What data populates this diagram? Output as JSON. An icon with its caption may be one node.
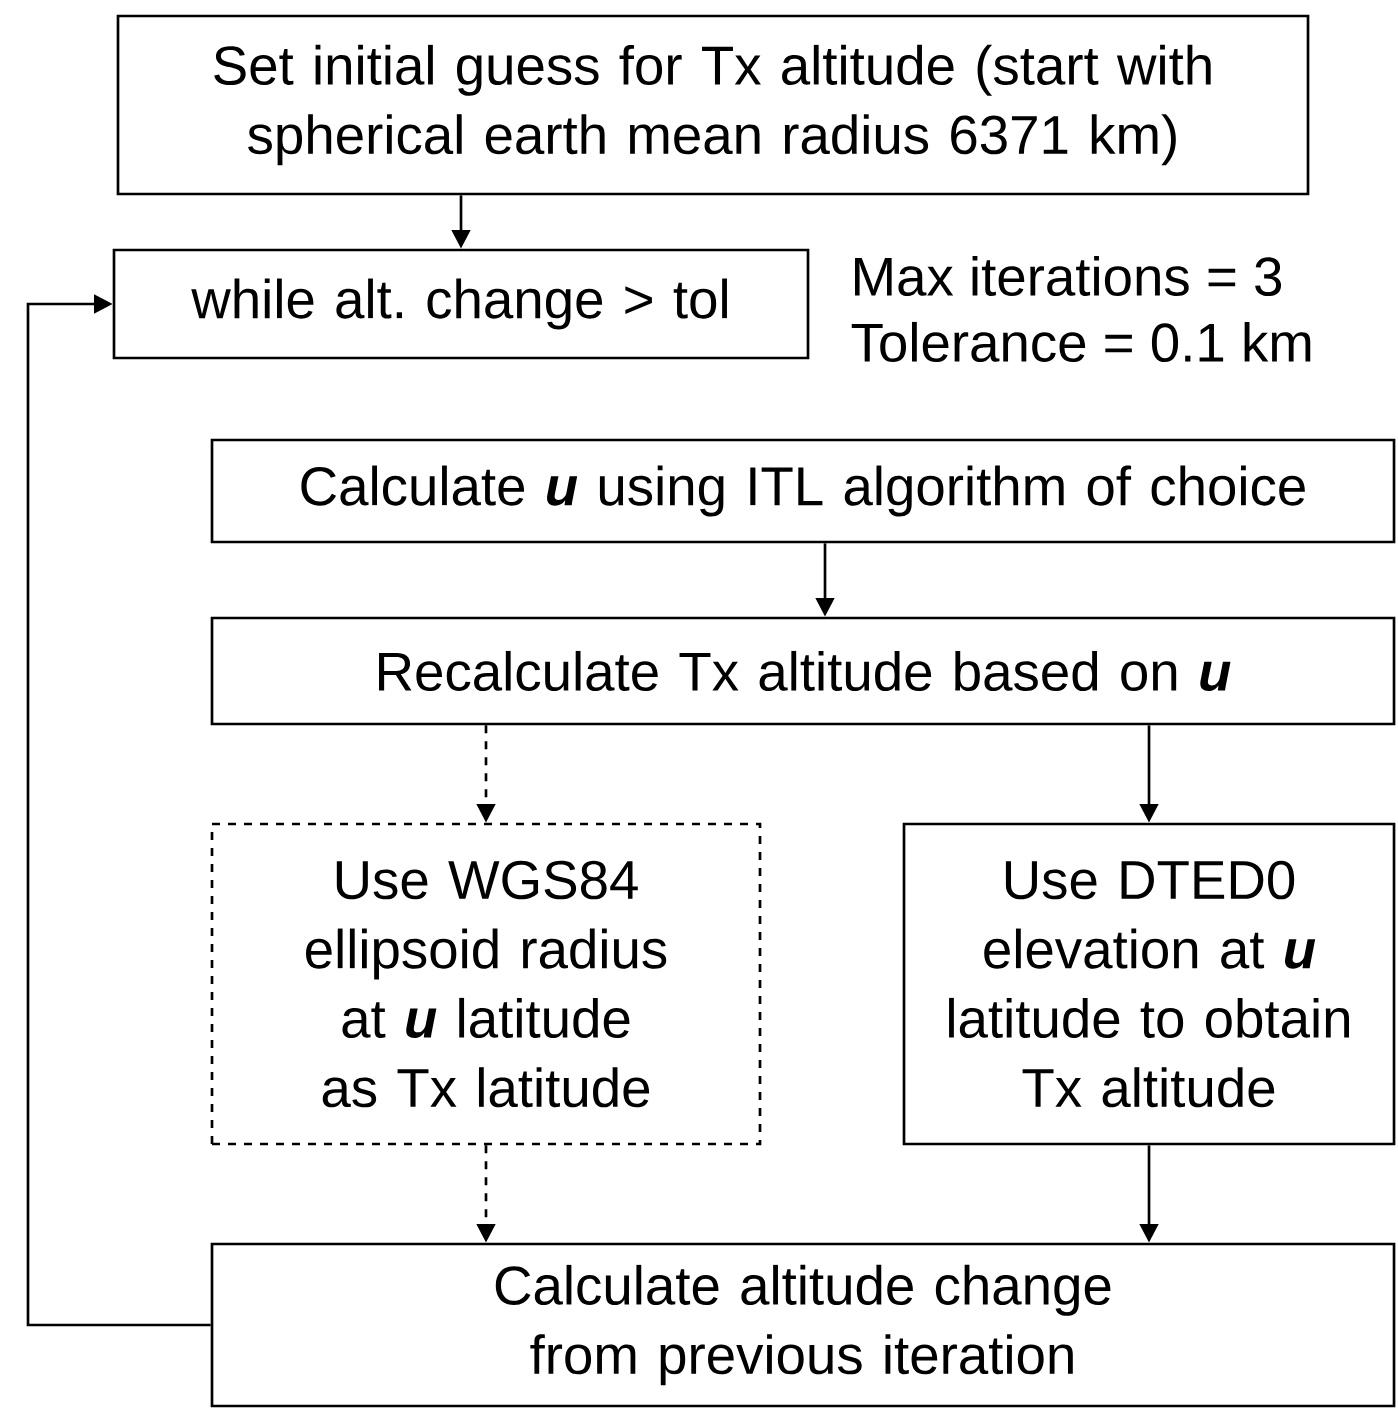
{
  "diagram": {
    "nodes": [
      {
        "text": [
          "Set initial guess for Tx altitude (start with spherical earth mean radius 6371 km)"
        ]
      },
      {
        "text": [
          "while alt. change > tol"
        ]
      },
      {
        "text": [
          "Calculate **u** using ITL algorithm of choice"
        ]
      },
      {
        "text": [
          "Recalculate Tx altitude based on **u**"
        ]
      },
      {
        "text": [
          "Use WGS84 ellipsoid radius at **u** latitude as Tx latitude"
        ]
      },
      {
        "text": [
          "Use DTED0 elevation at **u** latitude to obtain Tx altitude"
        ]
      },
      {
        "text": [
          "Calculate altitude change from previous iteration"
        ]
      }
    ],
    "edges": [
      {
        "from": 0,
        "to": 1,
        "arrow": "to"
      },
      {
        "from": 6,
        "to": 1,
        "arrow": "to"
      },
      {
        "from": 2,
        "to": 3,
        "arrow": "to"
      },
      {
        "from": 3,
        "to": 4,
        "arrow": "to",
        "style": "dashed"
      },
      {
        "from": 3,
        "to": 5,
        "arrow": "to"
      },
      {
        "from": 4,
        "to": 6,
        "arrow": "to",
        "style": "dashed"
      },
      {
        "from": 5,
        "to": 6,
        "arrow": "to"
      }
    ],
    "labels": [
      "Max iterations = 3",
      "Tolerance = 0.1 km"
    ]
  }
}
